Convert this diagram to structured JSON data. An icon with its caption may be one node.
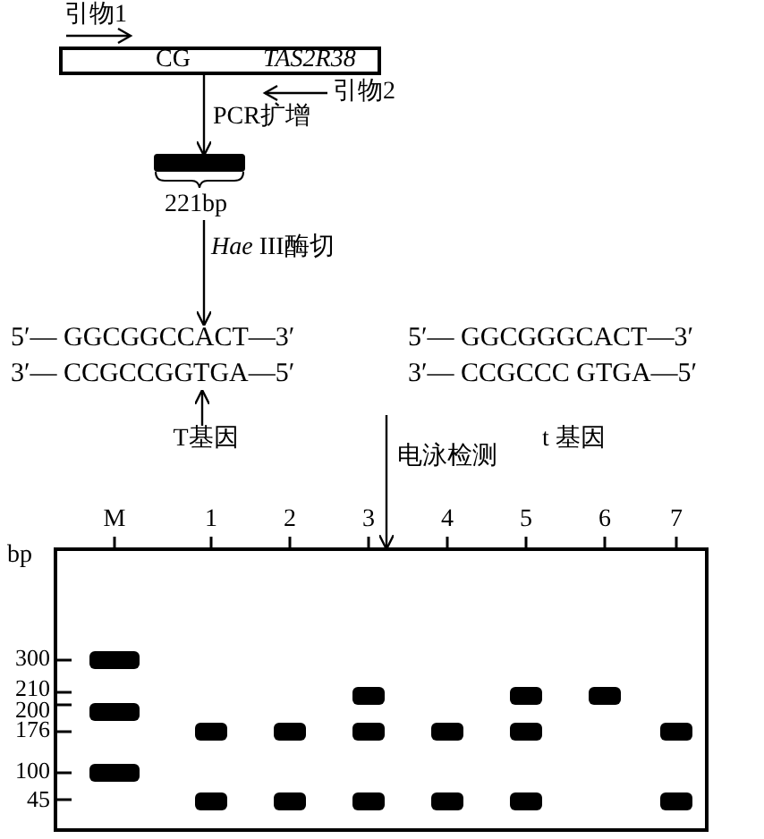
{
  "diagram": {
    "nodes": [
      {
        "text": [
          "CG",
          "TAS2R38"
        ]
      },
      {
        "text": [],
        "shape": "bar",
        "beside": [
          "221bp"
        ]
      },
      {
        "text": [
          "5′— GGCGGCCACT—3′",
          "3′— CCGCCGGTGA—5′"
        ]
      },
      {
        "text": [
          "T基因"
        ]
      },
      {
        "text": [
          "5′— GGCGGGCACT—3′",
          "3′— CCGCCC GTGA—5′"
        ],
        "beside": [
          "t 基因"
        ]
      },
      {
        "text": [],
        "shape": "box",
        "beside": [
          "M",
          "1",
          "2",
          "3",
          "4",
          "5",
          "6",
          "7",
          "bp",
          "300",
          "210",
          "200",
          "176",
          "100",
          "45"
        ]
      }
    ],
    "edges": [
      {
        "from": 0,
        "to": 1,
        "arrow": "to",
        "label": "PCR扩增"
      },
      {
        "from": 1,
        "to": 2,
        "arrow": "to",
        "label": "*Hae* III酶切"
      },
      {
        "from": 3,
        "to": 2,
        "arrow": "to"
      },
      {
        "from": null,
        "to": 5,
        "arrow": "to",
        "label": "电泳检测"
      }
    ],
    "labels": [
      "引物1",
      "引物2"
    ]
  }
}
